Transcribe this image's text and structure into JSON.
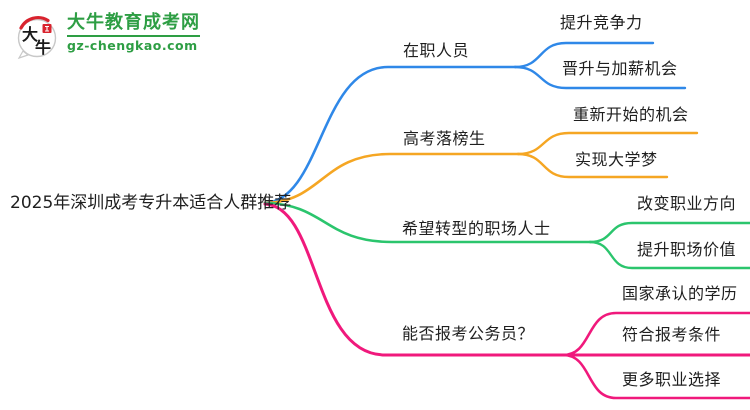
{
  "logo": {
    "site_name": "大牛教育成考网",
    "site_url": "gz-chengkao.com",
    "brand_color": "#2e9e44",
    "icon": "bull-calligraphy-bubble-icon",
    "icon_glyph_top": "大",
    "icon_glyph_bottom": "牛"
  },
  "mindmap": {
    "root": {
      "label": "2025年深圳成考专升本适合人群推荐"
    },
    "branches": [
      {
        "label": "在职人员",
        "color": "#2f88e8",
        "children": [
          {
            "label": "提升竞争力"
          },
          {
            "label": "晋升与加薪机会"
          }
        ]
      },
      {
        "label": "高考落榜生",
        "color": "#f5a623",
        "children": [
          {
            "label": "重新开始的机会"
          },
          {
            "label": "实现大学梦"
          }
        ]
      },
      {
        "label": "希望转型的职场人士",
        "color": "#2bc56d",
        "children": [
          {
            "label": "改变职业方向"
          },
          {
            "label": "提升职场价值"
          }
        ]
      },
      {
        "label": "能否报考公务员？",
        "color": "#f0197c",
        "children": [
          {
            "label": "国家承认的学历"
          },
          {
            "label": "符合报考条件"
          },
          {
            "label": "更多职业选择"
          }
        ]
      }
    ]
  }
}
